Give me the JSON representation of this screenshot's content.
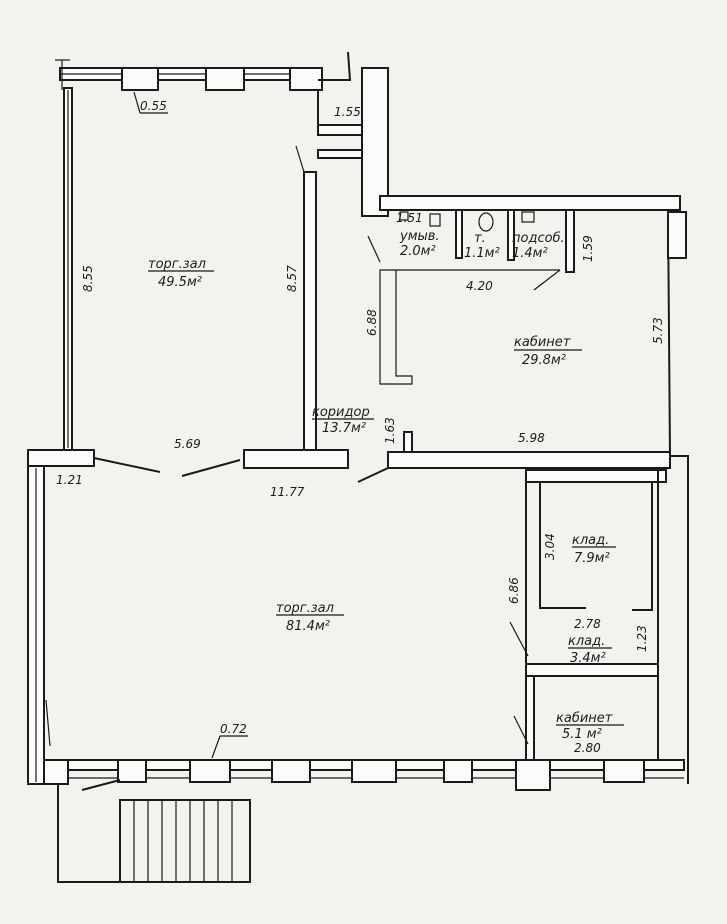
{
  "rooms": {
    "hall_top": {
      "name": "торг.зал",
      "area": "49.5м²"
    },
    "hall_main": {
      "name": "торг.зал",
      "area": "81.4м²"
    },
    "wash": {
      "name": "умыв.",
      "area": "2.0м²"
    },
    "toilet": {
      "name": "т.",
      "area": "1.1м²"
    },
    "utility": {
      "name": "подсоб.",
      "area": "1.4м²"
    },
    "office_big": {
      "name": "кабинет",
      "area": "29.8м²"
    },
    "corridor": {
      "name": "коридор",
      "area": "13.7м²"
    },
    "store_big": {
      "name": "клад.",
      "area": "7.9м²"
    },
    "store_small": {
      "name": "клад.",
      "area": "3.4м²"
    },
    "office_small": {
      "name": "кабинет",
      "area": "5.1 м²"
    }
  },
  "dims": {
    "d055": "0.55",
    "d155": "1.55",
    "d855": "8.55",
    "d857": "8.57",
    "d151": "1.51",
    "d159": "1.59",
    "d420": "4.20",
    "d688": "6.88",
    "d573": "5.73",
    "d163": "1.63",
    "d569": "5.69",
    "d598": "5.98",
    "d121": "1.21",
    "d1177": "11.77",
    "d304": "3.04",
    "d686": "6.86",
    "d278": "2.78",
    "d123": "1.23",
    "d072": "0.72",
    "d280": "2.80"
  }
}
